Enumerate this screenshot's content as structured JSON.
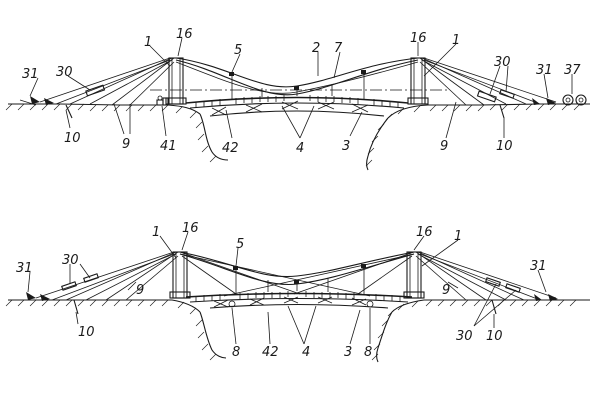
{
  "top_view": {
    "labels": {
      "l31_left": "31",
      "l30_left": "30",
      "l1_left": "1",
      "l16_left": "16",
      "l5": "5",
      "l2": "2",
      "l7": "7",
      "l16_right": "16",
      "l1_right": "1",
      "l30_right": "30",
      "l31_right": "31",
      "l37": "37",
      "l10_left": "10",
      "l9_left": "9",
      "l41": "41",
      "l42": "42",
      "l4": "4",
      "l3": "3",
      "l9_right": "9",
      "l10_right": "10"
    }
  },
  "bottom_view": {
    "labels": {
      "l31_left": "31",
      "l30_left": "30",
      "l9_left": "9",
      "l1_left": "1",
      "l16_left": "16",
      "l5": "5",
      "l16_right": "16",
      "l1_right": "1",
      "l9_right": "9",
      "l31_right": "31",
      "l10_left": "10",
      "l8_left": "8",
      "l42": "42",
      "l4": "4",
      "l3": "3",
      "l8_right": "8",
      "l30_right": "30",
      "l10_right": "10"
    }
  }
}
